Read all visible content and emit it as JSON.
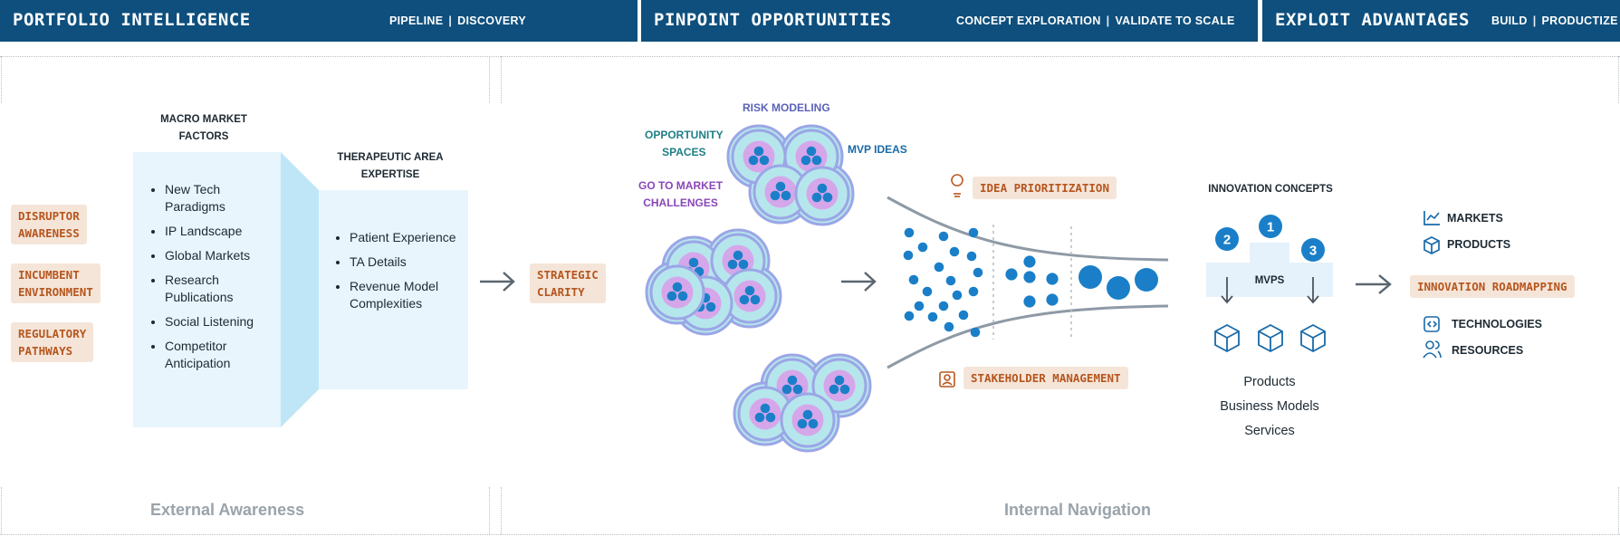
{
  "headers": [
    {
      "title": "PORTFOLIO INTELLIGENCE",
      "subs": [
        "PIPELINE",
        "DISCOVERY"
      ]
    },
    {
      "title": "PINPOINT OPPORTUNITIES",
      "subs": [
        "CONCEPT EXPLORATION",
        "VALIDATE TO SCALE"
      ]
    },
    {
      "title": "EXPLOIT ADVANTAGES",
      "subs": [
        "BUILD",
        "PRODUCTIZE"
      ]
    }
  ],
  "left_tags": [
    "DISRUPTOR\nAWARENESS",
    "INCUMBENT\nENVIRONMENT",
    "REGULATORY\nPATHWAYS"
  ],
  "macro": {
    "title": "MACRO MARKET\nFACTORS",
    "items": [
      "New Tech Paradigms",
      "IP Landscape",
      "Global Markets",
      "Research Publications",
      "Social Listening",
      "Competitor Anticipation"
    ]
  },
  "therapeutic": {
    "title": "THERAPEUTIC AREA\nEXPERTISE",
    "items": [
      "Patient Experience",
      "TA Details",
      "Revenue Model Complexities"
    ]
  },
  "strategic_tag": "STRATEGIC\nCLARITY",
  "cluster_labels": {
    "risk": "RISK MODELING",
    "opportunity": "OPPORTUNITY\nSPACES",
    "mvp_ideas": "MVP IDEAS",
    "gtm": "GO TO MARKET\nCHALLENGES"
  },
  "funnel": {
    "top_tag": "IDEA PRIORITIZATION",
    "bottom_tag": "STAKEHOLDER MANAGEMENT",
    "top_icon": "lightbulb-icon",
    "bottom_icon": "person-badge-icon"
  },
  "innovation": {
    "title": "INNOVATION CONCEPTS",
    "mvps": "MVPS",
    "steps": [
      "1",
      "2",
      "3"
    ],
    "products": [
      "Products",
      "Business Models",
      "Services"
    ]
  },
  "resources": {
    "top": [
      {
        "label": "MARKETS",
        "icon": "line-chart-icon"
      },
      {
        "label": "PRODUCTS",
        "icon": "cube-icon"
      }
    ],
    "roadmap_tag": "INNOVATION ROADMAPPING",
    "bottom": [
      {
        "label": "TECHNOLOGIES",
        "icon": "code-icon"
      },
      {
        "label": "RESOURCES",
        "icon": "users-icon"
      }
    ]
  },
  "footers": [
    "External Awareness",
    "Internal Navigation"
  ],
  "colors": {
    "header_bg": "#0e4f7d",
    "tag_bg": "#f5e5d9",
    "tag_text": "#b6561e",
    "dot_blue": "#1a7fc8",
    "cluster_outer": "#b5e6ec",
    "cluster_ring": "#9ba6e6",
    "cluster_inner": "#d6a6ea",
    "panel_bg": "#e8f5fd",
    "risk_label": "#5a62b8",
    "opportunity_label": "#1f7e86",
    "mvp_label": "#1a6aa8",
    "gtm_label": "#8a47b8"
  }
}
